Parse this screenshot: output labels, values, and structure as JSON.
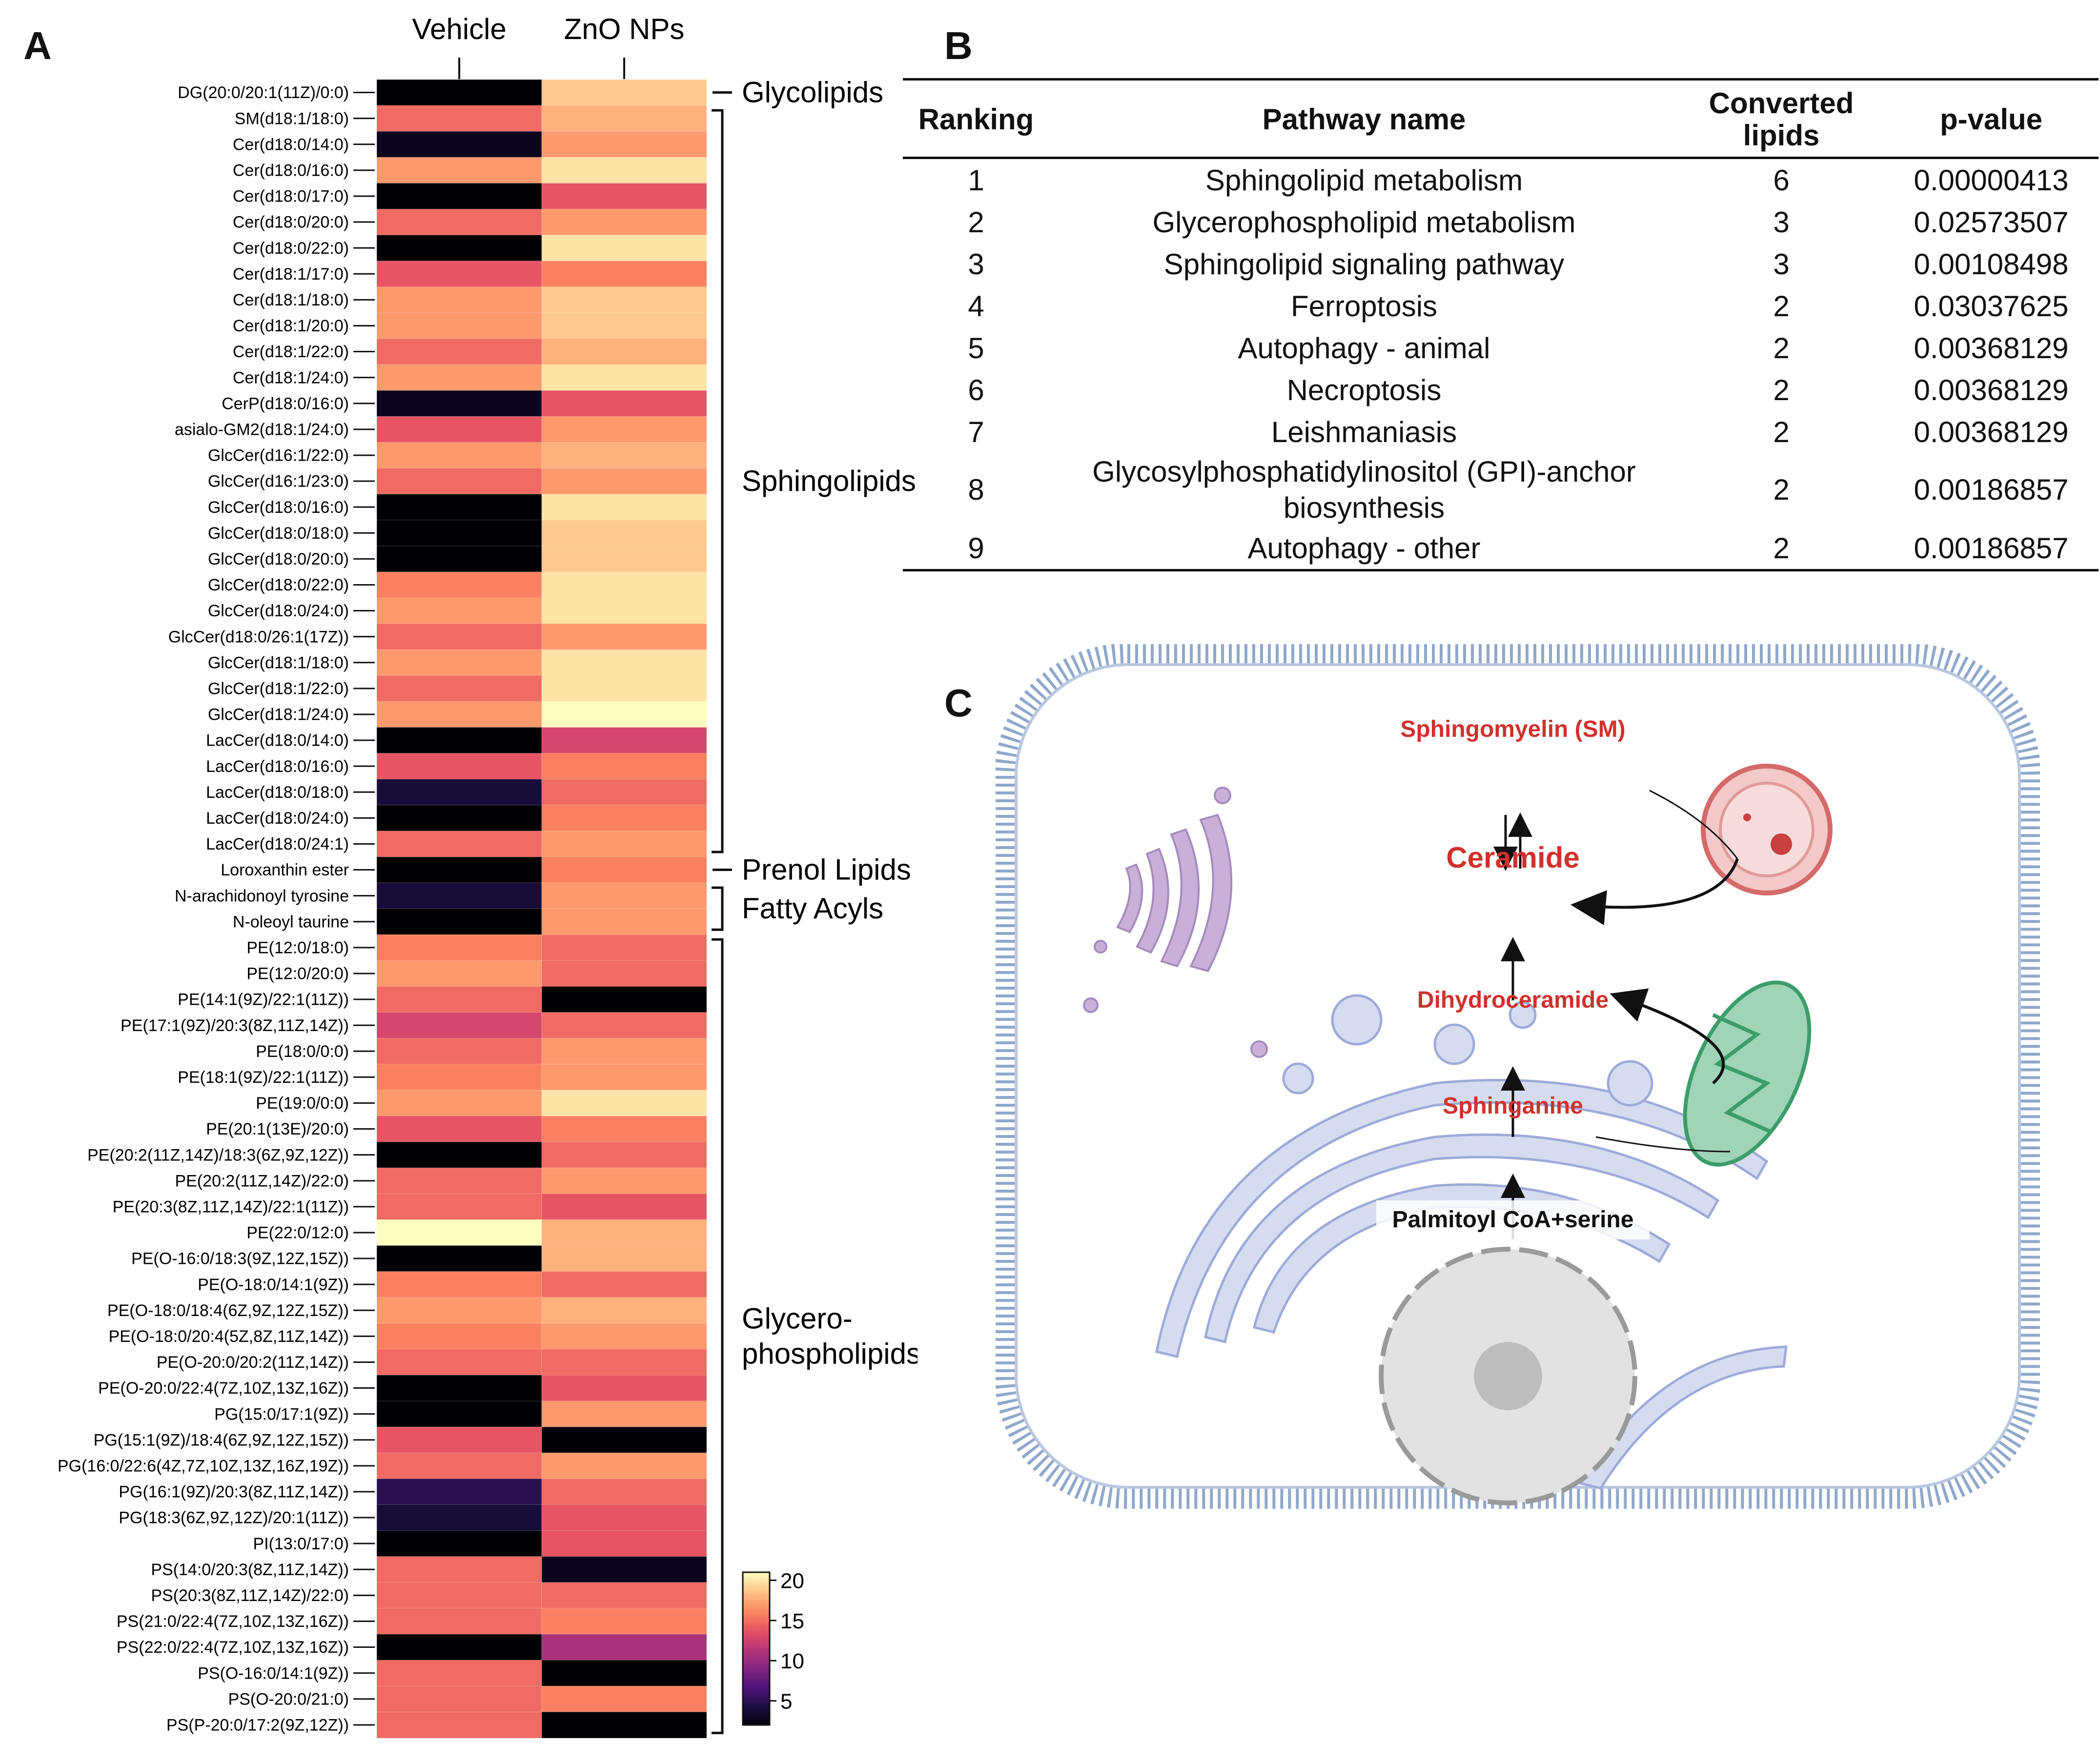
{
  "panels": {
    "a": "A",
    "b": "B",
    "c": "C"
  },
  "colors": {
    "scale_low": "#000004",
    "scale_mid": "#e84a5f",
    "scale_high": "#fcfdbf",
    "pathway_text": "#d0312d",
    "membrane": "#8fa8cc"
  },
  "chart_data": {
    "type": "heatmap",
    "columns": [
      "Vehicle",
      "ZnO NPs"
    ],
    "rows": [
      "DG(20:0/20:1(11Z)/0:0)",
      "SM(d18:1/18:0)",
      "Cer(d18:0/14:0)",
      "Cer(d18:0/16:0)",
      "Cer(d18:0/17:0)",
      "Cer(d18:0/20:0)",
      "Cer(d18:0/22:0)",
      "Cer(d18:1/17:0)",
      "Cer(d18:1/18:0)",
      "Cer(d18:1/20:0)",
      "Cer(d18:1/22:0)",
      "Cer(d18:1/24:0)",
      "CerP(d18:0/16:0)",
      "asialo-GM2(d18:1/24:0)",
      "GlcCer(d16:1/22:0)",
      "GlcCer(d16:1/23:0)",
      "GlcCer(d18:0/16:0)",
      "GlcCer(d18:0/18:0)",
      "GlcCer(d18:0/20:0)",
      "GlcCer(d18:0/22:0)",
      "GlcCer(d18:0/24:0)",
      "GlcCer(d18:0/26:1(17Z))",
      "GlcCer(d18:1/18:0)",
      "GlcCer(d18:1/22:0)",
      "GlcCer(d18:1/24:0)",
      "LacCer(d18:0/14:0)",
      "LacCer(d18:0/16:0)",
      "LacCer(d18:0/18:0)",
      "LacCer(d18:0/24:0)",
      "LacCer(d18:0/24:1)",
      "Loroxanthin ester",
      "N-arachidonoyl tyrosine",
      "N-oleoyl taurine",
      "PE(12:0/18:0)",
      "PE(12:0/20:0)",
      "PE(14:1(9Z)/22:1(11Z))",
      "PE(17:1(9Z)/20:3(8Z,11Z,14Z))",
      "PE(18:0/0:0)",
      "PE(18:1(9Z)/22:1(11Z))",
      "PE(19:0/0:0)",
      "PE(20:1(13E)/20:0)",
      "PE(20:2(11Z,14Z)/18:3(6Z,9Z,12Z))",
      "PE(20:2(11Z,14Z)/22:0)",
      "PE(20:3(8Z,11Z,14Z)/22:1(11Z))",
      "PE(22:0/12:0)",
      "PE(O-16:0/18:3(9Z,12Z,15Z))",
      "PE(O-18:0/14:1(9Z))",
      "PE(O-18:0/18:4(6Z,9Z,12Z,15Z))",
      "PE(O-18:0/20:4(5Z,8Z,11Z,14Z))",
      "PE(O-20:0/20:2(11Z,14Z))",
      "PE(O-20:0/22:4(7Z,10Z,13Z,16Z))",
      "PG(15:0/17:1(9Z))",
      "PG(15:1(9Z)/18:4(6Z,9Z,12Z,15Z))",
      "PG(16:0/22:6(4Z,7Z,10Z,13Z,16Z,19Z))",
      "PG(16:1(9Z)/20:3(8Z,11Z,14Z))",
      "PG(18:3(6Z,9Z,12Z)/20:1(11Z))",
      "PI(13:0/17:0)",
      "PS(14:0/20:3(8Z,11Z,14Z))",
      "PS(20:3(8Z,11Z,14Z)/22:0)",
      "PS(21:0/22:4(7Z,10Z,13Z,16Z))",
      "PS(22:0/22:4(7Z,10Z,13Z,16Z))",
      "PS(O-16:0/14:1(9Z))",
      "PS(O-20:0/21:0)",
      "PS(P-20:0/17:2(9Z,12Z))"
    ],
    "values": [
      [
        2,
        19
      ],
      [
        15,
        18
      ],
      [
        3,
        17
      ],
      [
        17,
        20
      ],
      [
        2,
        14
      ],
      [
        15,
        17
      ],
      [
        2,
        20
      ],
      [
        14,
        16
      ],
      [
        17,
        19
      ],
      [
        17,
        19
      ],
      [
        15,
        18
      ],
      [
        17,
        20
      ],
      [
        3,
        14
      ],
      [
        14,
        17
      ],
      [
        17,
        18
      ],
      [
        15,
        17
      ],
      [
        2,
        20
      ],
      [
        2,
        19
      ],
      [
        2,
        19
      ],
      [
        16,
        20
      ],
      [
        17,
        20
      ],
      [
        15,
        17
      ],
      [
        17,
        20
      ],
      [
        15,
        20
      ],
      [
        17,
        21
      ],
      [
        2,
        13
      ],
      [
        14,
        16
      ],
      [
        4,
        15
      ],
      [
        2,
        16
      ],
      [
        15,
        17
      ],
      [
        2,
        16
      ],
      [
        4,
        17
      ],
      [
        2,
        17
      ],
      [
        16,
        15
      ],
      [
        17,
        15
      ],
      [
        15,
        2
      ],
      [
        13,
        15
      ],
      [
        15,
        17
      ],
      [
        16,
        17
      ],
      [
        17,
        20
      ],
      [
        14,
        16
      ],
      [
        2,
        15
      ],
      [
        15,
        17
      ],
      [
        15,
        14
      ],
      [
        21,
        18
      ],
      [
        2,
        18
      ],
      [
        16,
        15
      ],
      [
        17,
        18
      ],
      [
        16,
        17
      ],
      [
        15,
        15
      ],
      [
        2,
        14
      ],
      [
        2,
        17
      ],
      [
        14,
        2
      ],
      [
        15,
        17
      ],
      [
        5,
        15
      ],
      [
        4,
        14
      ],
      [
        2,
        14
      ],
      [
        15,
        3
      ],
      [
        15,
        15
      ],
      [
        15,
        16
      ],
      [
        2,
        11
      ],
      [
        15,
        2
      ],
      [
        15,
        16
      ],
      [
        15,
        2
      ]
    ],
    "groups": [
      {
        "label": "Glycolipids",
        "start": 0,
        "end": 0
      },
      {
        "label": "Sphingolipids",
        "start": 1,
        "end": 29
      },
      {
        "label": "Prenol Lipids",
        "start": 30,
        "end": 30
      },
      {
        "label": "Fatty Acyls",
        "start": 31,
        "end": 32
      },
      {
        "label": "Glycero-\nphospholipids",
        "start": 33,
        "end": 63
      }
    ],
    "colorbar": {
      "min": 2,
      "max": 21,
      "ticks": [
        5,
        10,
        15,
        20
      ]
    }
  },
  "table": {
    "headers": [
      "Ranking",
      "Pathway name",
      "Converted\nlipids",
      "p-value"
    ],
    "rows": [
      [
        "1",
        "Sphingolipid metabolism",
        "6",
        "0.00000413"
      ],
      [
        "2",
        "Glycerophospholipid metabolism",
        "3",
        "0.02573507"
      ],
      [
        "3",
        "Sphingolipid signaling pathway",
        "3",
        "0.00108498"
      ],
      [
        "4",
        "Ferroptosis",
        "2",
        "0.03037625"
      ],
      [
        "5",
        "Autophagy - animal",
        "2",
        "0.00368129"
      ],
      [
        "6",
        "Necroptosis",
        "2",
        "0.00368129"
      ],
      [
        "7",
        "Leishmaniasis",
        "2",
        "0.00368129"
      ],
      [
        "8",
        "Glycosylphosphatidylinositol (GPI)-anchor\nbiosynthesis",
        "2",
        "0.00186857"
      ],
      [
        "9",
        "Autophagy - other",
        "2",
        "0.00186857"
      ]
    ]
  },
  "pathway": {
    "sphingomyelin": "Sphingomyelin (SM)",
    "ceramide": "Ceramide",
    "dihydroceramide": "Dihydroceramide",
    "sphinganine": "Sphinganine",
    "precursor": "Palmitoyl CoA+serine"
  }
}
